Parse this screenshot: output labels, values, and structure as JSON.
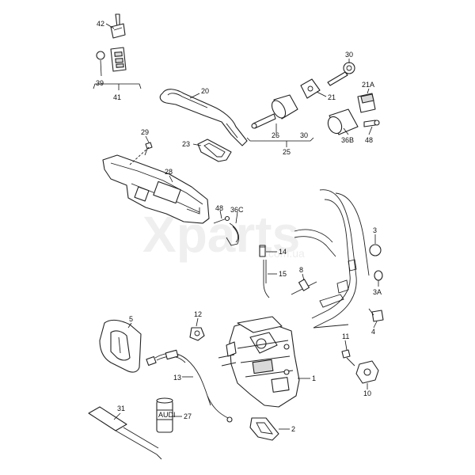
{
  "watermark": {
    "main": "Xparts",
    "sub": ".com.ua"
  },
  "labels": {
    "l42": "42",
    "l39": "39",
    "l41": "41",
    "l20": "20",
    "l30": "30",
    "l21": "21",
    "l21a": "21A",
    "l26": "26",
    "l25": "25",
    "l36b": "36B",
    "l48a": "48",
    "l29": "29",
    "l23": "23",
    "l28": "28",
    "l48b": "48",
    "l36c": "36C",
    "l3": "3",
    "l14": "14",
    "l15": "15",
    "l8": "8",
    "l3a": "3A",
    "l4": "4",
    "l5": "5",
    "l12": "12",
    "l11": "11",
    "l13": "13",
    "l1": "1",
    "l10": "10",
    "l31": "31",
    "l27": "27",
    "l2": "2"
  },
  "can_text": "AUDI"
}
